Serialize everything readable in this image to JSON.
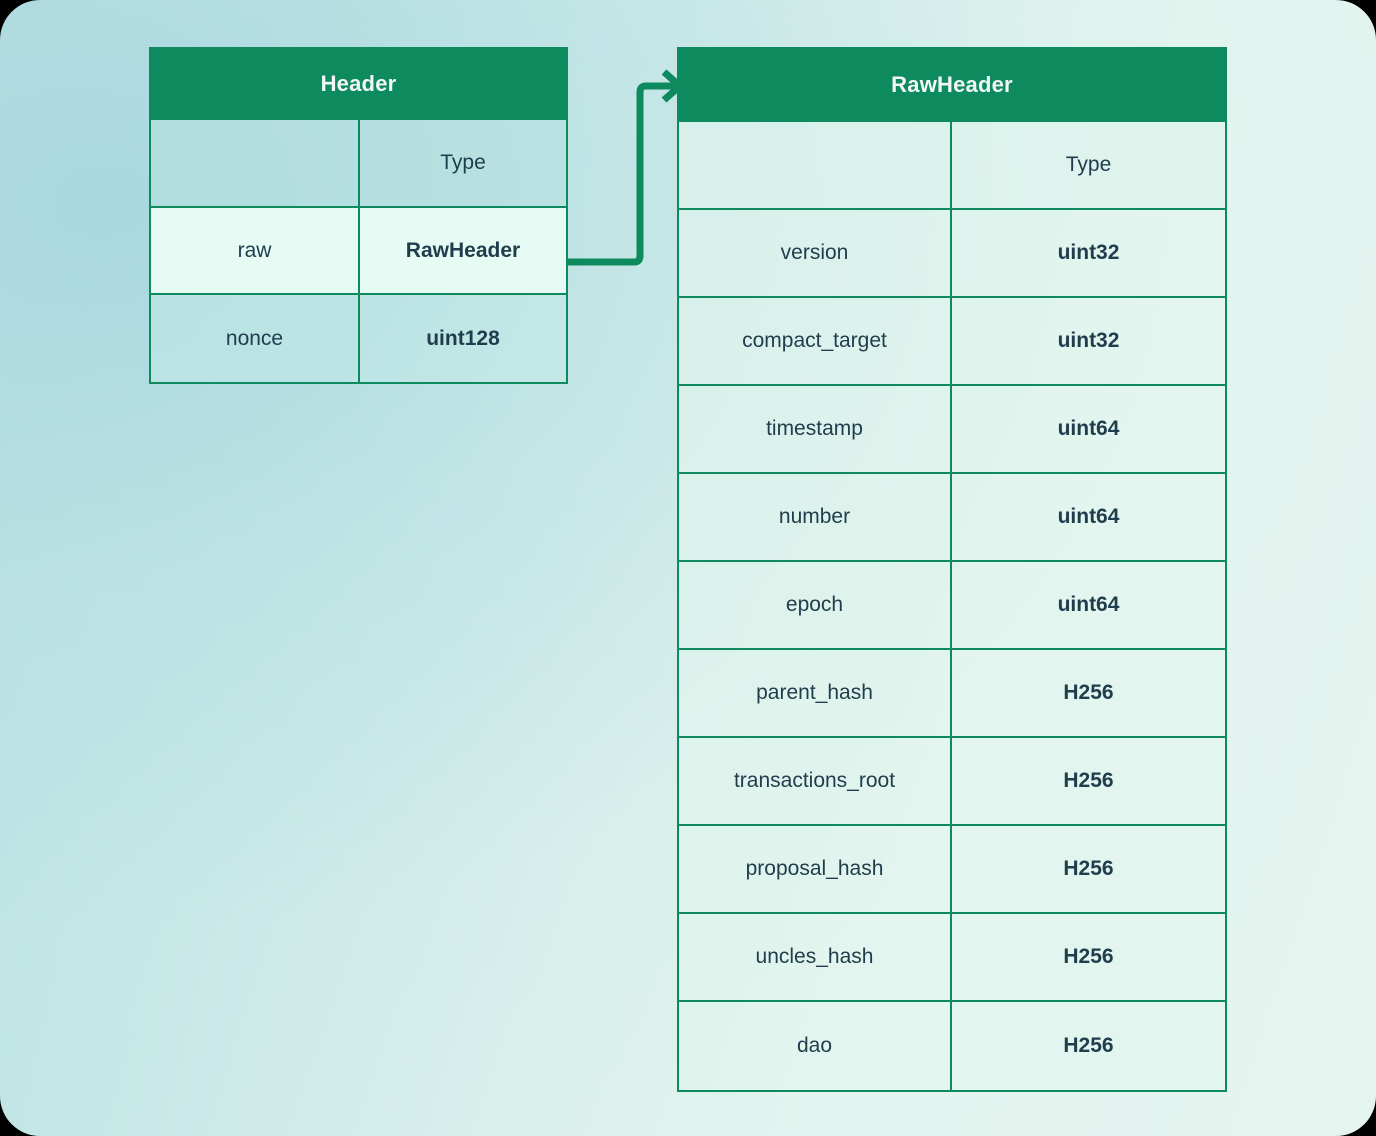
{
  "theme": {
    "accent_green": "#0e8a5f",
    "text_dark": "#1f3d4d",
    "header_text": "#f2f7f5",
    "highlight_row_bg": "#e5fbf3",
    "bg_gradient_from": "#b4dde1",
    "bg_gradient_to": "#e4f5f0"
  },
  "diagram": {
    "type": "entity-relationship",
    "relationship": {
      "from_table": "Header",
      "from_field": "raw",
      "to_table": "RawHeader",
      "arrow_direction": "right"
    }
  },
  "tables": [
    {
      "id": "header",
      "title": "Header",
      "columns": [
        "",
        "Type"
      ],
      "rows": [
        {
          "name": "raw",
          "type": "RawHeader",
          "highlighted": true
        },
        {
          "name": "nonce",
          "type": "uint128",
          "highlighted": false
        }
      ]
    },
    {
      "id": "rawheader",
      "title": "RawHeader",
      "columns": [
        "",
        "Type"
      ],
      "rows": [
        {
          "name": "version",
          "type": "uint32",
          "highlighted": false
        },
        {
          "name": "compact_target",
          "type": "uint32",
          "highlighted": false
        },
        {
          "name": "timestamp",
          "type": "uint64",
          "highlighted": false
        },
        {
          "name": "number",
          "type": "uint64",
          "highlighted": false
        },
        {
          "name": "epoch",
          "type": "uint64",
          "highlighted": false
        },
        {
          "name": "parent_hash",
          "type": "H256",
          "highlighted": false
        },
        {
          "name": "transactions_root",
          "type": "H256",
          "highlighted": false
        },
        {
          "name": "proposal_hash",
          "type": "H256",
          "highlighted": false
        },
        {
          "name": "uncles_hash",
          "type": "H256",
          "highlighted": false
        },
        {
          "name": "dao",
          "type": "H256",
          "highlighted": false
        }
      ]
    }
  ]
}
